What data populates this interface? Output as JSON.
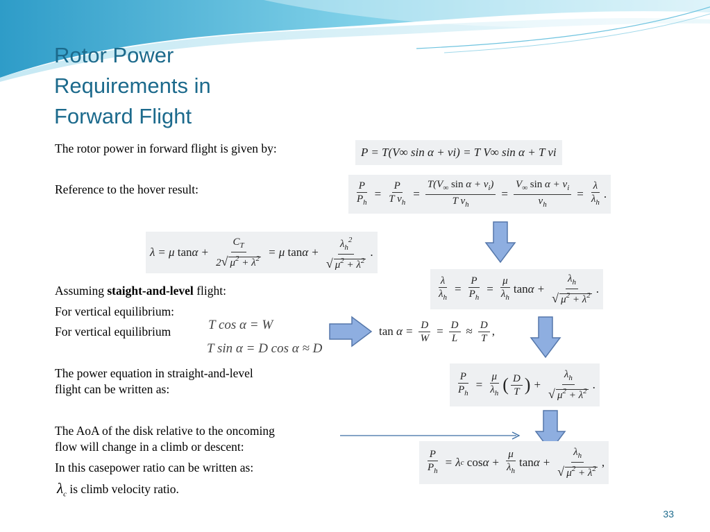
{
  "title": {
    "lines": [
      "Rotor Power",
      "Requirements in",
      "Forward Flight"
    ]
  },
  "text": {
    "power_intro": "The rotor power in forward flight is  given by:",
    "hover_ref": "Reference to the hover result:",
    "assuming_pre": "Assuming ",
    "assuming_bold": "staight-and-level",
    "assuming_post": " flight:",
    "vertical_eq_1": "For vertical equilibrium:",
    "vertical_eq_2": "For vertical equilibrium",
    "power_eq_line1": "The power equation in straight-and-level",
    "power_eq_line2": "flight can be written as:",
    "aoa_line1": "The AoA of the disk relative to the oncoming",
    "aoa_line2": "flow will change in a climb or descent:",
    "case_ratio": "In this casepower ratio can be written as:",
    "climb_symbol": "λ",
    "climb_sub": "c",
    "climb_desc": " is climb velocity ratio."
  },
  "equations": {
    "eq1": "P = T(V∞ sin α + vi) = T V∞ sin α + T vi",
    "eq_T_cos": "T cos α  =  W",
    "eq_T_sin": "T sin α = D cos α ≈ D"
  },
  "page_number": "33",
  "colors": {
    "title": "#1c6a8c",
    "arrow_fill": "#8eaee0",
    "arrow_stroke": "#5577aa",
    "eq_bg": "#eef0f2",
    "wave_light": "#bfe6f2",
    "wave_mid": "#7ccde6",
    "wave_dark": "#3aa7cf"
  },
  "icons": [
    "arrow-down-icon",
    "arrow-right-icon",
    "line-arrow-icon"
  ]
}
